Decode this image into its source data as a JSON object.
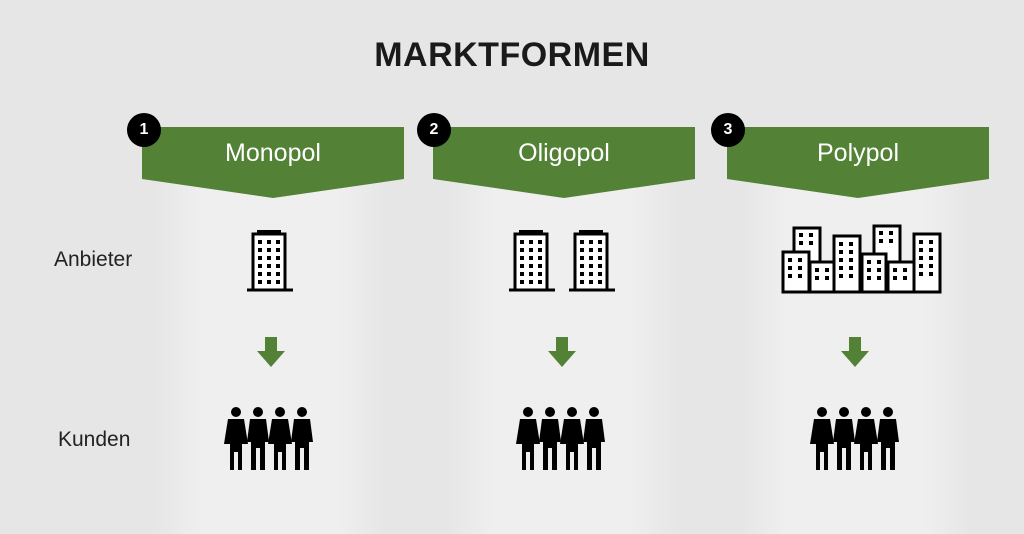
{
  "title": "MARKTFORMEN",
  "row_labels": {
    "anbieter": "Anbieter",
    "kunden": "Kunden"
  },
  "markets": [
    {
      "number": "1",
      "label": "Monopol",
      "provider_count": 1
    },
    {
      "number": "2",
      "label": "Oligopol",
      "provider_count": 2
    },
    {
      "number": "3",
      "label": "Polypol",
      "provider_count": "many"
    }
  ],
  "colors": {
    "banner_green": "#538135",
    "arrow_green": "#538135",
    "badge": "#000000",
    "background": "#e6e6e6"
  },
  "icons": [
    "building-icon",
    "buildings-cluster-icon",
    "arrow-down-icon",
    "people-group-icon"
  ]
}
